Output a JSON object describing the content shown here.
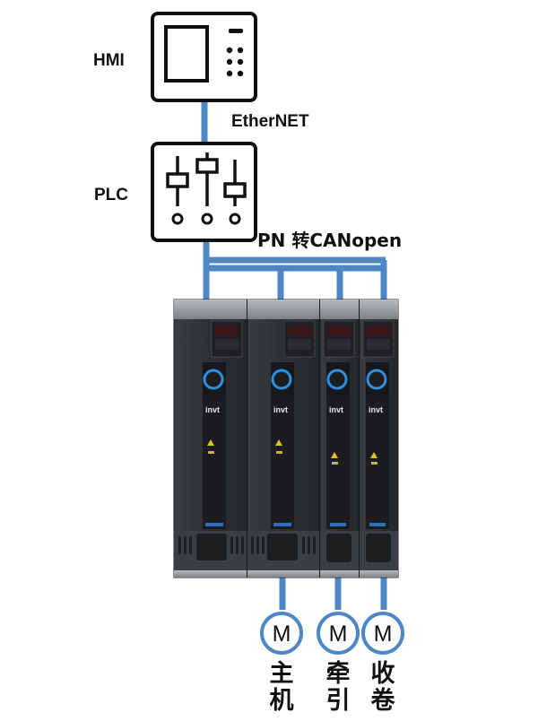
{
  "diagram": {
    "hmi_label": "HMI",
    "ethernet_label": "EtherNET",
    "plc_label": "PLC",
    "pn_label": "PN 转CANopen",
    "drive_brand": "invt",
    "motor_symbol": "M",
    "motor_labels": [
      "主机",
      "牵引",
      "收卷"
    ],
    "colors": {
      "link_line": "#4f86c6",
      "drive_body": "#2e3135",
      "drive_cap": "#9a9c9f",
      "knob": "#2f8fe0"
    }
  }
}
